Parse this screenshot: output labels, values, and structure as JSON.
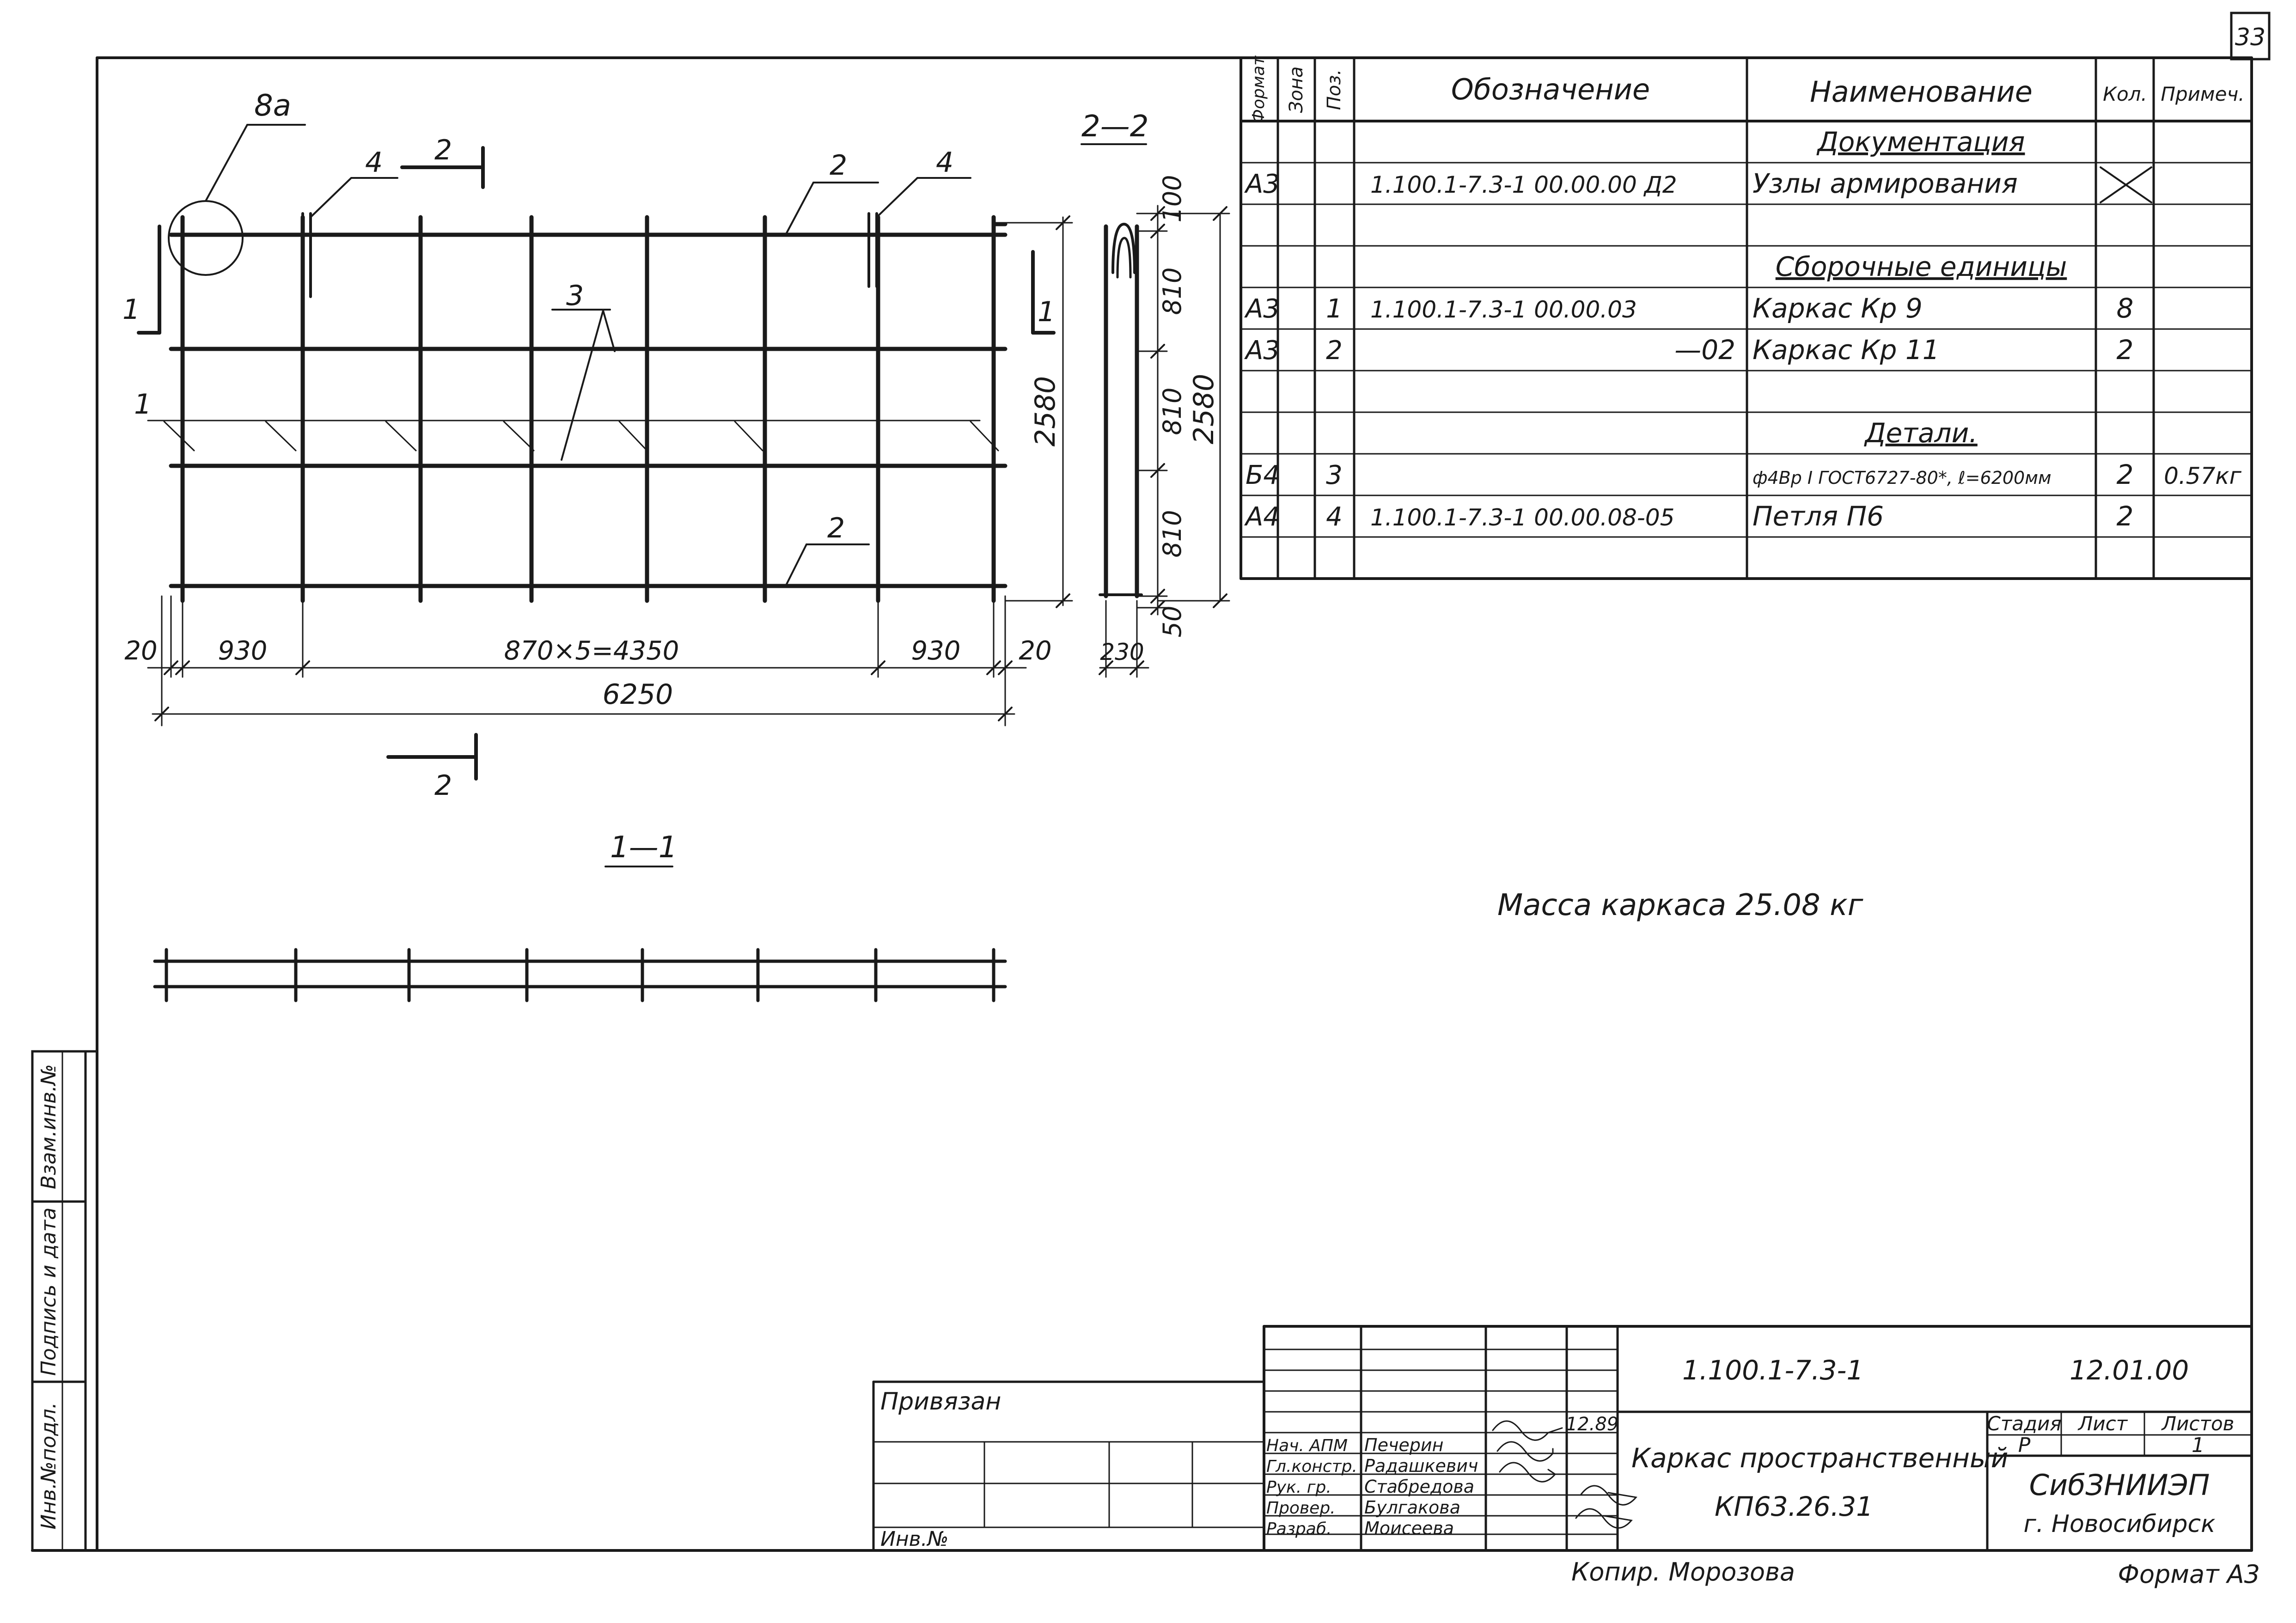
{
  "sheet": {
    "number": "33",
    "format_label": "Формат А3",
    "copied_by": "Копир. Морозова"
  },
  "drawing": {
    "callout_8a": "8а",
    "pos_labels": [
      "4",
      "2",
      "4",
      "3",
      "1",
      "2"
    ],
    "section_22_title": "2—2",
    "section_11_title": "1—1",
    "cut_2": "2",
    "cut_1": "1",
    "dims_bottom": [
      "20",
      "930",
      "870×5=4350",
      "930",
      "20"
    ],
    "dim_total": "6250",
    "dim_height": "2580",
    "sec22_dims": [
      "100",
      "810",
      "810",
      "810",
      "50"
    ],
    "sec22_height": "2580",
    "sec22_width": "230",
    "mass_note": "Масса   каркаса 25.08 кг"
  },
  "spec_table": {
    "headers": [
      "Формат",
      "Зона",
      "Поз.",
      "Обозначение",
      "Наименование",
      "Кол.",
      "Примеч."
    ],
    "rows": [
      {
        "fmt": "",
        "zone": "",
        "pos": "",
        "des": "",
        "name": "Документация",
        "qty": "",
        "note": "",
        "heading": true
      },
      {
        "fmt": "А3",
        "zone": "",
        "pos": "",
        "des": "1.100.1-7.3-1    00.00.00 Д2",
        "name": "Узлы  армирования",
        "qty": "",
        "note": "",
        "heading": false
      },
      {
        "fmt": "",
        "zone": "",
        "pos": "",
        "des": "",
        "name": "",
        "qty": "",
        "note": "",
        "heading": false
      },
      {
        "fmt": "",
        "zone": "",
        "pos": "",
        "des": "",
        "name": "Сборочные   единицы",
        "qty": "",
        "note": "",
        "heading": true
      },
      {
        "fmt": "А3",
        "zone": "",
        "pos": "1",
        "des": "1.100.1-7.3-1    00.00.03",
        "name": "Каркас  Кр 9",
        "qty": "8",
        "note": "",
        "heading": false
      },
      {
        "fmt": "А3",
        "zone": "",
        "pos": "2",
        "des": "—02",
        "name": "Каркас  Кр 11",
        "qty": "2",
        "note": "",
        "heading": false
      },
      {
        "fmt": "",
        "zone": "",
        "pos": "",
        "des": "",
        "name": "",
        "qty": "",
        "note": "",
        "heading": false
      },
      {
        "fmt": "",
        "zone": "",
        "pos": "",
        "des": "",
        "name": "Детали.",
        "qty": "",
        "note": "",
        "heading": true
      },
      {
        "fmt": "Б4",
        "zone": "",
        "pos": "3",
        "des": "",
        "name": "ф4Вр I ГОСТ6727-80*, ℓ=6200мм",
        "qty": "2",
        "note": "0.57кг",
        "heading": false
      },
      {
        "fmt": "А4",
        "zone": "",
        "pos": "4",
        "des": "1.100.1-7.3-1    00.00.08-05",
        "name": "Петля  П6",
        "qty": "2",
        "note": "",
        "heading": false
      },
      {
        "fmt": "",
        "zone": "",
        "pos": "",
        "des": "",
        "name": "",
        "qty": "",
        "note": "",
        "heading": false
      }
    ]
  },
  "side_stamp": [
    "Инв.№подл.",
    "Подпись и дата",
    "Взам.инв.№"
  ],
  "title_block": {
    "privyazan": "Привязан",
    "inv_no": "Инв.№",
    "doc_code": "1.100.1-7.3-1",
    "sheet_code": "12.01.00",
    "title_line1": "Каркас пространственный",
    "title_line2": "КП63.26.31",
    "stage_label": "Стадия",
    "stage_value": "Р",
    "list_label": "Лист",
    "list_value": "",
    "lists_label": "Листов",
    "lists_value": "1",
    "org_line1": "СибЗНИИЭП",
    "org_line2": "г. Новосибирск",
    "date": "12.89",
    "roles": [
      {
        "role": "Нач. АПМ",
        "name": "Печерин"
      },
      {
        "role": "Гл.констр.",
        "name": "Радашкевич"
      },
      {
        "role": "Рук. гр.",
        "name": "Стабредова"
      },
      {
        "role": "Провер.",
        "name": "Булгакова"
      },
      {
        "role": "Разраб.",
        "name": "Моисеева"
      }
    ]
  }
}
